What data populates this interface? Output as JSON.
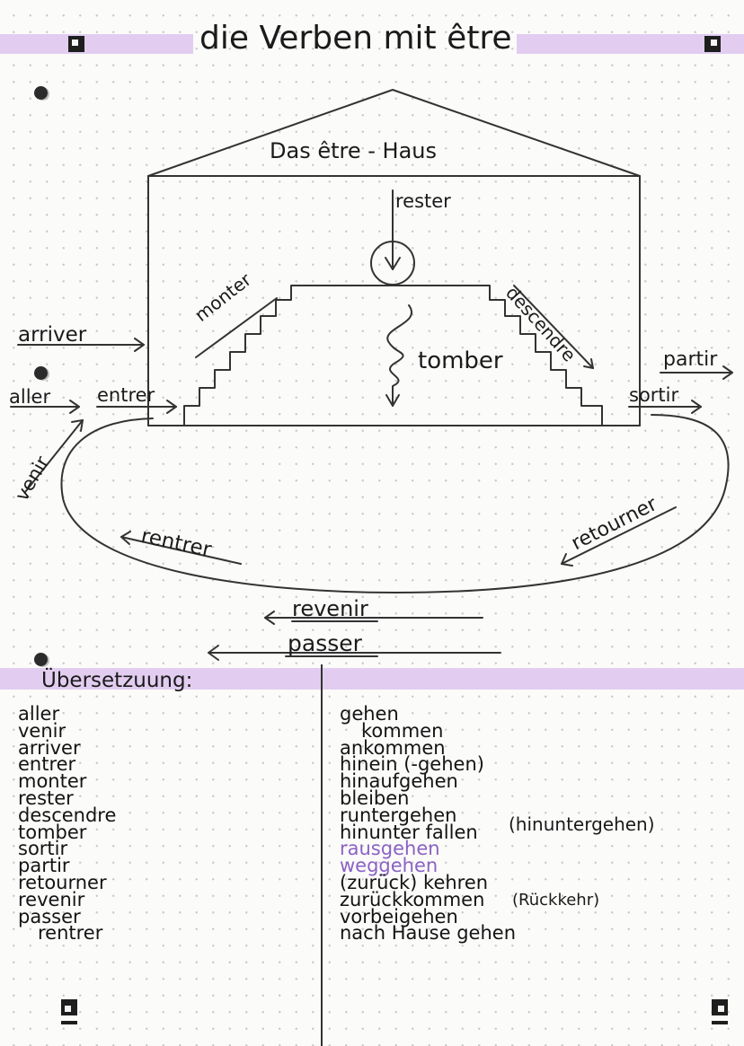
{
  "title": "die Verben mit être",
  "house": {
    "roof_label": "Das être - Haus",
    "rester": "rester",
    "monter": "monter",
    "descendre": "descendre",
    "tomber": "tomber",
    "entrer": "entrer",
    "sortir": "sortir"
  },
  "outside": {
    "arriver": "arriver",
    "aller": "aller",
    "venir": "venir",
    "partir": "partir",
    "rentrer": "rentrer",
    "retourner": "retourner",
    "revenir": "revenir",
    "passer": "passer"
  },
  "translation": {
    "heading": "Übersetzuung:",
    "french": [
      "aller",
      "venir",
      "arriver",
      "entrer",
      "monter",
      "rester",
      "descendre",
      "tomber",
      "sortir",
      "partir",
      "retourner",
      "revenir",
      "passer",
      "rentrer"
    ],
    "german": [
      "gehen",
      "kommen",
      "ankommen",
      "hinein (-gehen)",
      "hinaufgehen",
      "bleiben",
      "runtergehen",
      "hinunter fallen",
      "rausgehen",
      "weggehen",
      "(zurück) kehren",
      "zurückkommen",
      "vorbeigehen",
      "nach Hause gehen"
    ],
    "note_runter": "(hinuntergehen)",
    "note_rueckkehr": "(Rückkehr)"
  },
  "colors": {
    "highlight": "#e2cdf0",
    "ink": "#1b1b1b",
    "purple_ink": "#8b62c4"
  }
}
